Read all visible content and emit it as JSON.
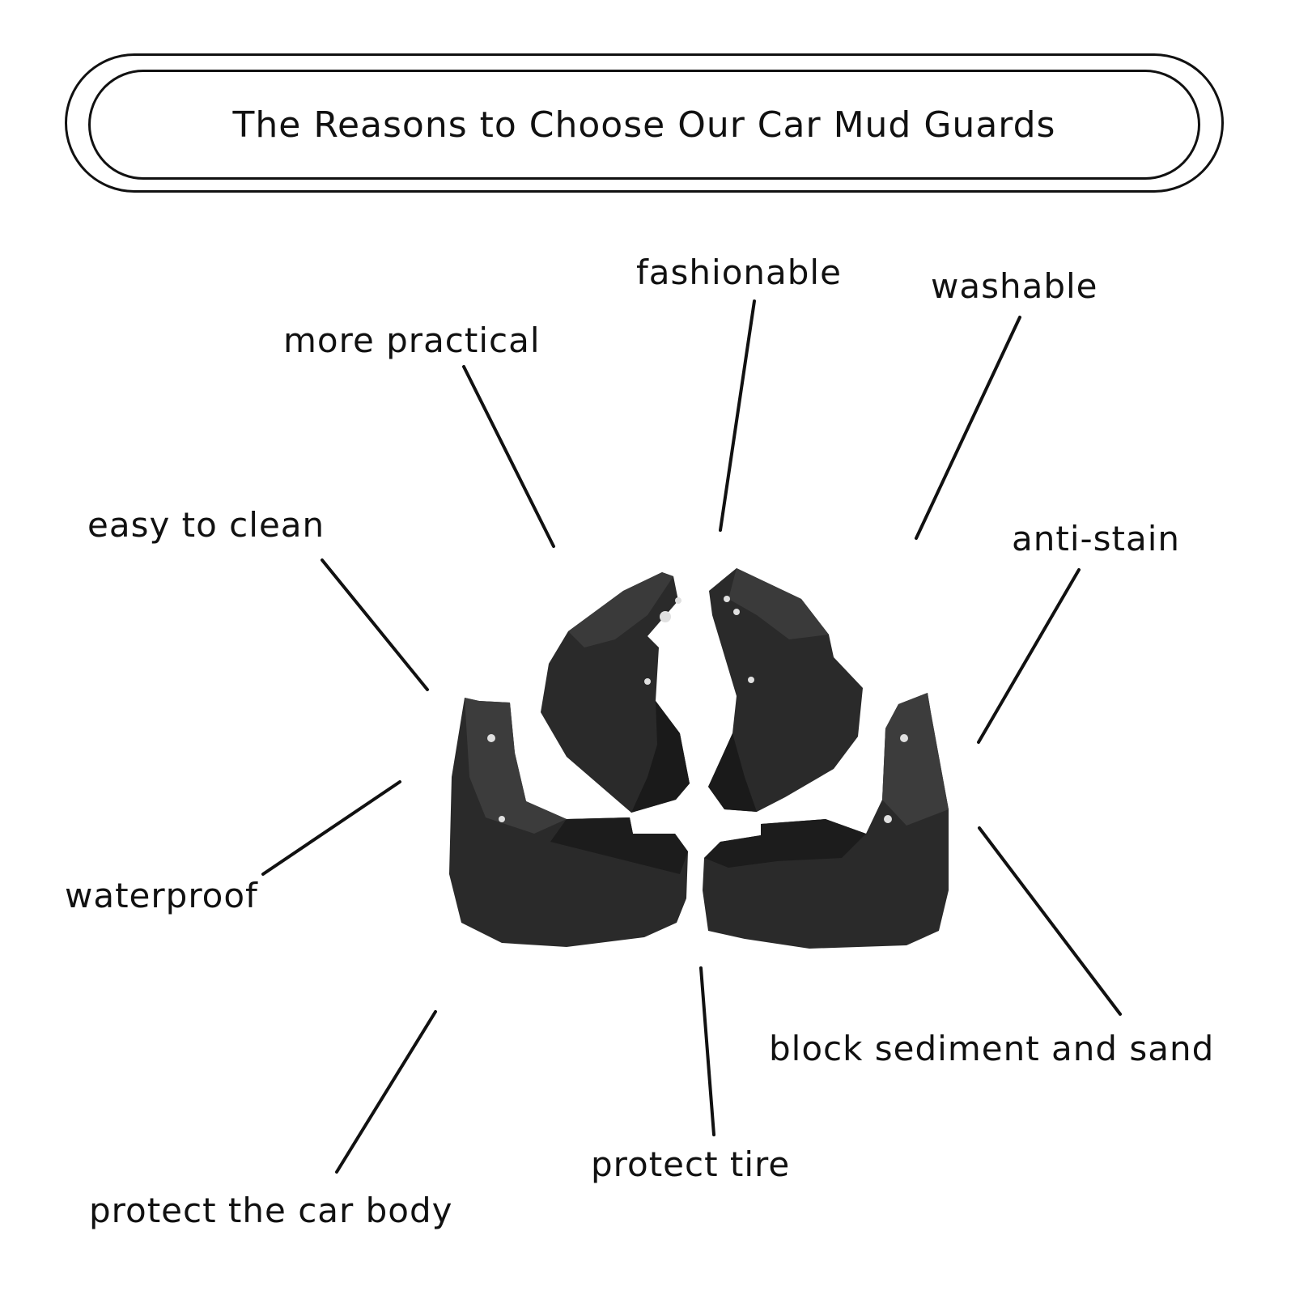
{
  "title": "The Reasons to Choose Our Car Mud Guards",
  "features": {
    "fashionable": "fashionable",
    "washable": "washable",
    "more_practical": "more practical",
    "easy_to_clean": "easy to clean",
    "anti_stain": "anti-stain",
    "waterproof": "waterproof",
    "block_sediment": "block sediment and sand",
    "protect_tire": "protect tire",
    "protect_body": "protect the car body"
  },
  "colors": {
    "ink": "#111111",
    "mudguard": "#2a2a2a",
    "mudguard_shadow": "#1a1a1a"
  }
}
